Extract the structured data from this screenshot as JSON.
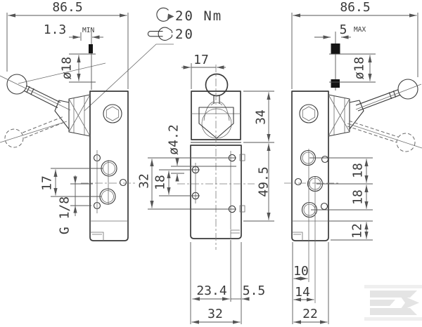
{
  "colors": {
    "ink": "#3a3a3a",
    "dim_ink": "#555555",
    "mark": "#141414",
    "watermark": "#e4e4e4",
    "background": "#ffffff"
  },
  "callout": {
    "torque": "20 Nm",
    "wrench_size": "20"
  },
  "left_view": {
    "overall_length": "86.5",
    "lever_play": "1.3",
    "lever_play_qualifier": "MIN",
    "knob_diameter": "ø18",
    "port_spacing": "17",
    "port_thread": "G 1/8"
  },
  "front_view": {
    "lever_center_offset": "17",
    "mount_hole_diameter": "ø4.2",
    "mount_hole_pitch": "18",
    "mount_hole_span": "32",
    "head_height": "34",
    "body_height": "49.5",
    "foot_offset": "23.4",
    "foot_edge_distance": "5.5",
    "body_width": "32"
  },
  "right_view": {
    "overall_length": "86.5",
    "lever_play": "5",
    "lever_play_qualifier": "MAX",
    "knob_diameter": "ø18",
    "port_pitch_upper": "18",
    "port_pitch_lower": "18",
    "base_height": "12",
    "port_axis_offset": "10",
    "center_port_offset": "14",
    "body_depth": "22"
  }
}
